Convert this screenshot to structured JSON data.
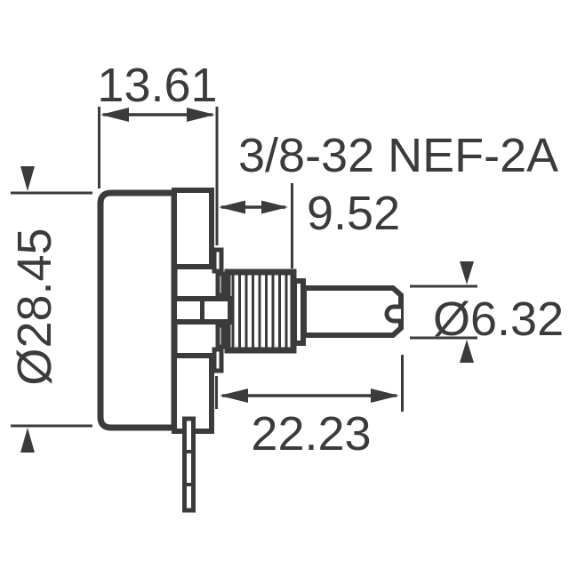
{
  "drawing": {
    "description": "rotary potentiometer side-view mechanical dimension drawing",
    "line_color": "#3a3b3d",
    "background_color": "#ffffff",
    "labels": {
      "body_depth": "13.61",
      "thread_spec": "3/8-32 NEF-2A",
      "bushing_length": "9.52",
      "body_diameter": "Ø28.45",
      "shaft_diameter": "Ø6.32",
      "shaft_length": "22.23"
    }
  }
}
